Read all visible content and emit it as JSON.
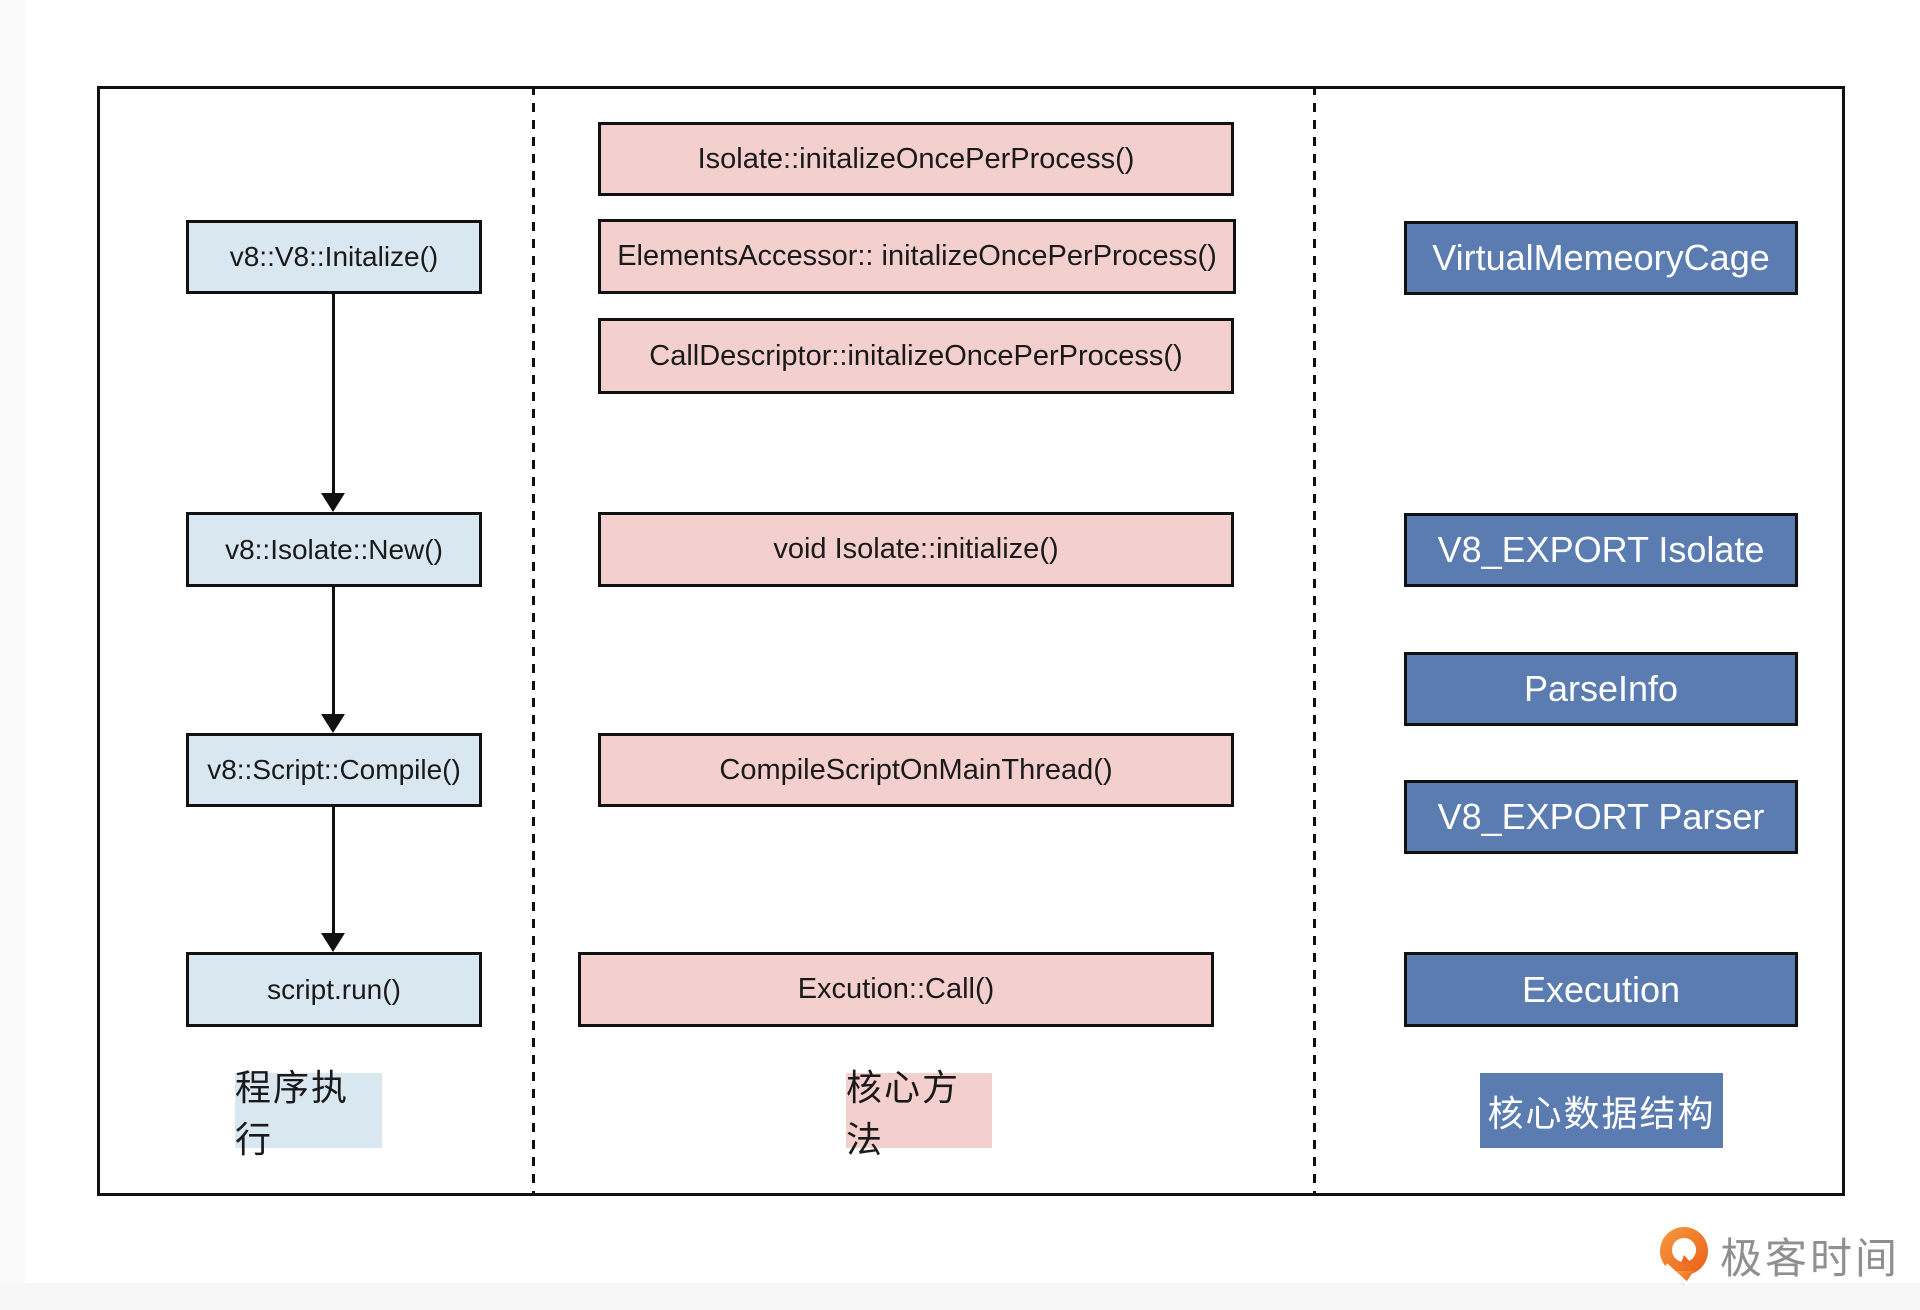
{
  "columns": {
    "left": {
      "label": "程序执行",
      "boxes": [
        {
          "label": "v8::V8::Initalize()"
        },
        {
          "label": "v8::Isolate::New()"
        },
        {
          "label": "v8::Script::Compile()"
        },
        {
          "label": "script.run()"
        }
      ]
    },
    "middle": {
      "label": "核心方法",
      "boxes": [
        {
          "label": "Isolate::initalizeOncePerProcess()"
        },
        {
          "label": "ElementsAccessor:: initalizeOncePerProcess()"
        },
        {
          "label": "CallDescriptor::initalizeOncePerProcess()"
        },
        {
          "label": "void Isolate::initialize()"
        },
        {
          "label": "CompileScriptOnMainThread()"
        },
        {
          "label": "Excution::Call()"
        }
      ]
    },
    "right": {
      "label": "核心数据结构",
      "boxes": [
        {
          "label": "VirtualMemeoryCage"
        },
        {
          "label": "V8_EXPORT Isolate"
        },
        {
          "label": "ParseInfo"
        },
        {
          "label": "V8_EXPORT Parser"
        },
        {
          "label": "Execution"
        }
      ]
    }
  },
  "watermark": {
    "brand": "极客时间"
  },
  "colors": {
    "program_box_fill": "#d8e7f0",
    "method_box_fill": "#f3cfcd",
    "struct_box_fill": "#5a7cb0",
    "outline": "#111111",
    "brand_orange": "#f1782e",
    "brand_text_gray": "#8f8f8f"
  }
}
